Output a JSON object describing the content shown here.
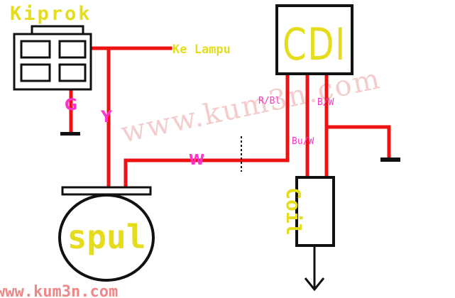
{
  "labels": {
    "kiprok": "Kiprok",
    "ke_lampu": "Ke Lampu",
    "cdi": "CDI",
    "coil": "Coil",
    "spul": "spul",
    "wire_g": "G",
    "wire_y": "Y",
    "wire_w": "W",
    "wire_rbl": "R/Bl",
    "wire_bw": "B/W",
    "wire_buw": "Bu/W"
  },
  "watermark": {
    "diagonal": "www.kum3n.com",
    "corner": "www.kum3n.com"
  },
  "colors": {
    "wire": "#ee1111",
    "outline": "#111111",
    "label_yellow": "#e6dc1e",
    "label_pink": "#ff33cc",
    "watermark": "#f3cccc"
  }
}
